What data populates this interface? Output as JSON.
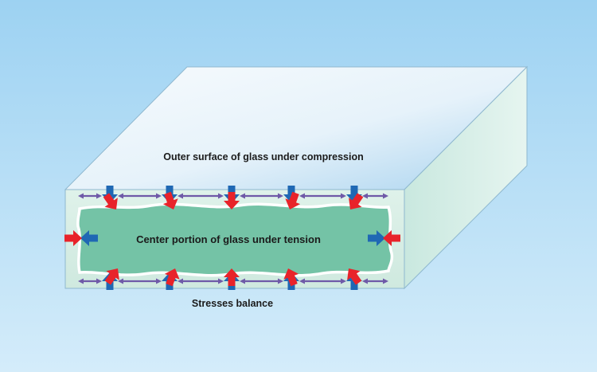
{
  "diagram": {
    "labels": {
      "top_surface": "Outer surface of glass under compression",
      "center": "Center portion of glass under tension",
      "bottom": "Stresses balance"
    },
    "colors": {
      "background_top": "#9fd3f3",
      "background_bottom": "#d3ecfb",
      "glass_face": "#d9efe6",
      "tension_core": "#74c3a6",
      "boundary_line": "#ffffff",
      "compression_arrow": "#1f68b4",
      "tension_arrow": "#e8232a",
      "balance_line": "#6f5aa8"
    },
    "icons": {
      "compression": "arrow-inward-blue",
      "tension": "arrow-outward-red",
      "balance": "double-headed-arrow-purple"
    }
  }
}
